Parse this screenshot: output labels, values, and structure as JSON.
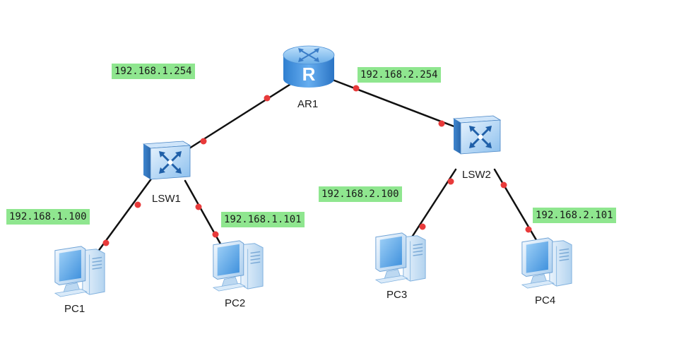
{
  "devices": {
    "router": {
      "label": "AR1",
      "icon": "router-icon",
      "glyph": "R"
    },
    "switch1": {
      "label": "LSW1",
      "icon": "switch-icon"
    },
    "switch2": {
      "label": "LSW2",
      "icon": "switch-icon"
    },
    "pc1": {
      "label": "PC1",
      "icon": "pc-icon"
    },
    "pc2": {
      "label": "PC2",
      "icon": "pc-icon"
    },
    "pc3": {
      "label": "PC3",
      "icon": "pc-icon"
    },
    "pc4": {
      "label": "PC4",
      "icon": "pc-icon"
    }
  },
  "ip_labels": {
    "router_left": "192.168.1.254",
    "router_right": "192.168.2.254",
    "pc1": "192.168.1.100",
    "pc2": "192.168.1.101",
    "pc3": "192.168.2.100",
    "pc4": "192.168.2.101"
  },
  "links": [
    {
      "from": "AR1",
      "to": "LSW1"
    },
    {
      "from": "AR1",
      "to": "LSW2"
    },
    {
      "from": "LSW1",
      "to": "PC1"
    },
    {
      "from": "LSW1",
      "to": "PC2"
    },
    {
      "from": "LSW2",
      "to": "PC3"
    },
    {
      "from": "LSW2",
      "to": "PC4"
    }
  ],
  "colors": {
    "link": "#111111",
    "port": "#e83a3a",
    "ip_label_bg": "#8fe68f",
    "device_blue": "#5b9ee0",
    "device_light": "#d6e8f8"
  }
}
